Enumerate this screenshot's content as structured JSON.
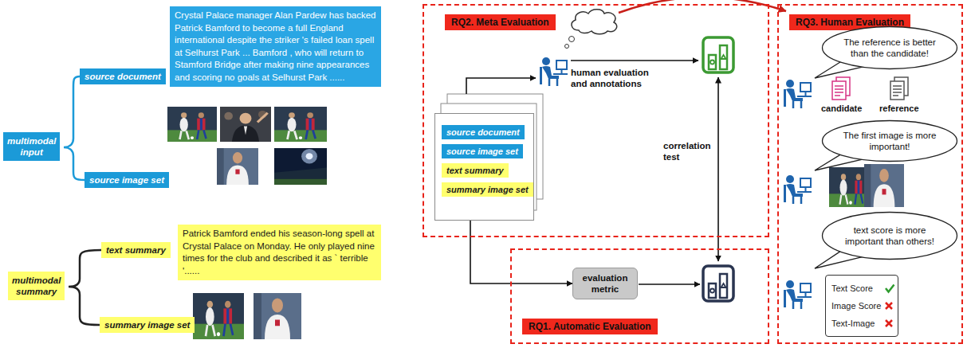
{
  "diagram": {
    "nodes": [
      {
        "text": [
          "multimodal input"
        ]
      },
      {
        "text": [
          "source document"
        ]
      },
      {
        "text": [
          "Crystal Palace manager Alan Pardew has backed Patrick Bamford to become a full England international despite the striker 's failed loan spell at Selhurst Park ... Bamford , who will return to Stamford Bridge after making nine appearances and scoring no goals at Selhurst Park ......"
        ]
      },
      {
        "text": [
          "source image set"
        ]
      },
      {
        "text": [
          "multimodal summary"
        ]
      },
      {
        "text": [
          "text summary"
        ]
      },
      {
        "text": [
          "Patrick Bamford ended his season-long spell at Crystal Palace on Monday. He only played nine times for the club and described it as ` terrible '......"
        ]
      },
      {
        "text": [
          "summary image set"
        ]
      },
      {
        "text": [
          "RQ2. Meta Evaluation"
        ]
      },
      {
        "text": [
          "source document",
          "source image set",
          "text summary",
          "summary image set"
        ],
        "in": 8
      },
      {
        "text": [
          "RQ1. Automatic Evaluation"
        ]
      },
      {
        "text": [
          "evaluation metric"
        ],
        "in": 10
      },
      {
        "text": [
          "RQ3. Human Evaluation"
        ]
      },
      {
        "text": [
          "The reference is better than the candidate!"
        ],
        "in": 12
      },
      {
        "text": [
          "The first image is more important!"
        ],
        "in": 12
      },
      {
        "text": [
          "text score is more important than others!"
        ],
        "in": 12
      },
      {
        "text": [
          "Text Score",
          "Image Score",
          "Text-Image"
        ],
        "in": 12
      }
    ],
    "edges": [
      {
        "from": 9,
        "to": 11,
        "arrow": "to"
      }
    ],
    "labels": [
      "human evaluation and annotations",
      "correlation test",
      "candidate",
      "reference"
    ]
  }
}
